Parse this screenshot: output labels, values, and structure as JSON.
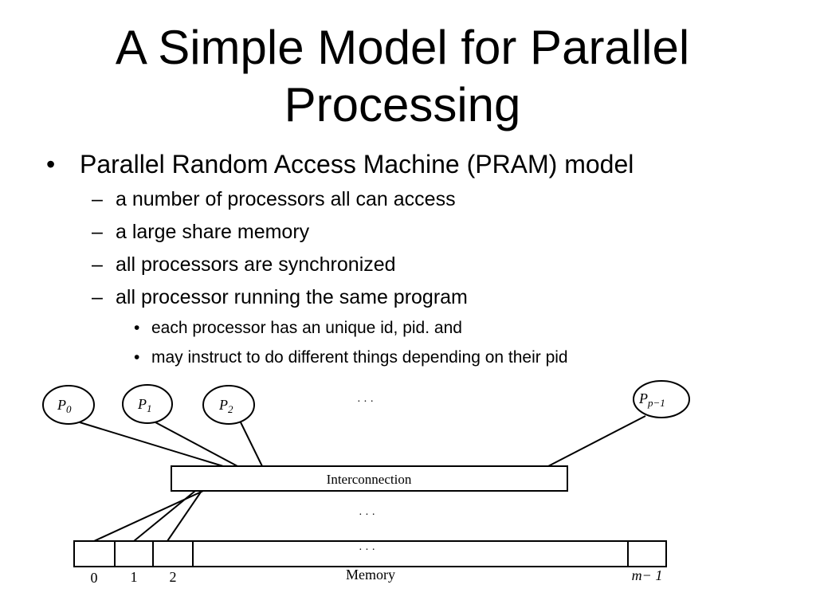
{
  "title": {
    "line1": "A Simple Model for Parallel",
    "line2": "Processing"
  },
  "bullets": {
    "main": "Parallel Random Access Machine (PRAM) model",
    "sub": [
      "a number of processors all can access",
      "a large share memory",
      "all processors are synchronized",
      "all processor running the same program"
    ],
    "subsub": [
      "each processor has an unique id, pid. and",
      "may instruct to do different things depending on their pid"
    ],
    "marks": {
      "level1": "•",
      "level2": "–",
      "level3": "•"
    }
  },
  "diagram": {
    "processors": [
      {
        "base": "P",
        "sub": "0"
      },
      {
        "base": "P",
        "sub": "1"
      },
      {
        "base": "P",
        "sub": "2"
      },
      {
        "base": "P",
        "sub": "p−1"
      }
    ],
    "ellipsis": "· · ·",
    "interconnection_label": "Interconnection",
    "memory_label": "Memory",
    "memory_indices": [
      "0",
      "1",
      "2",
      "m− 1"
    ]
  }
}
